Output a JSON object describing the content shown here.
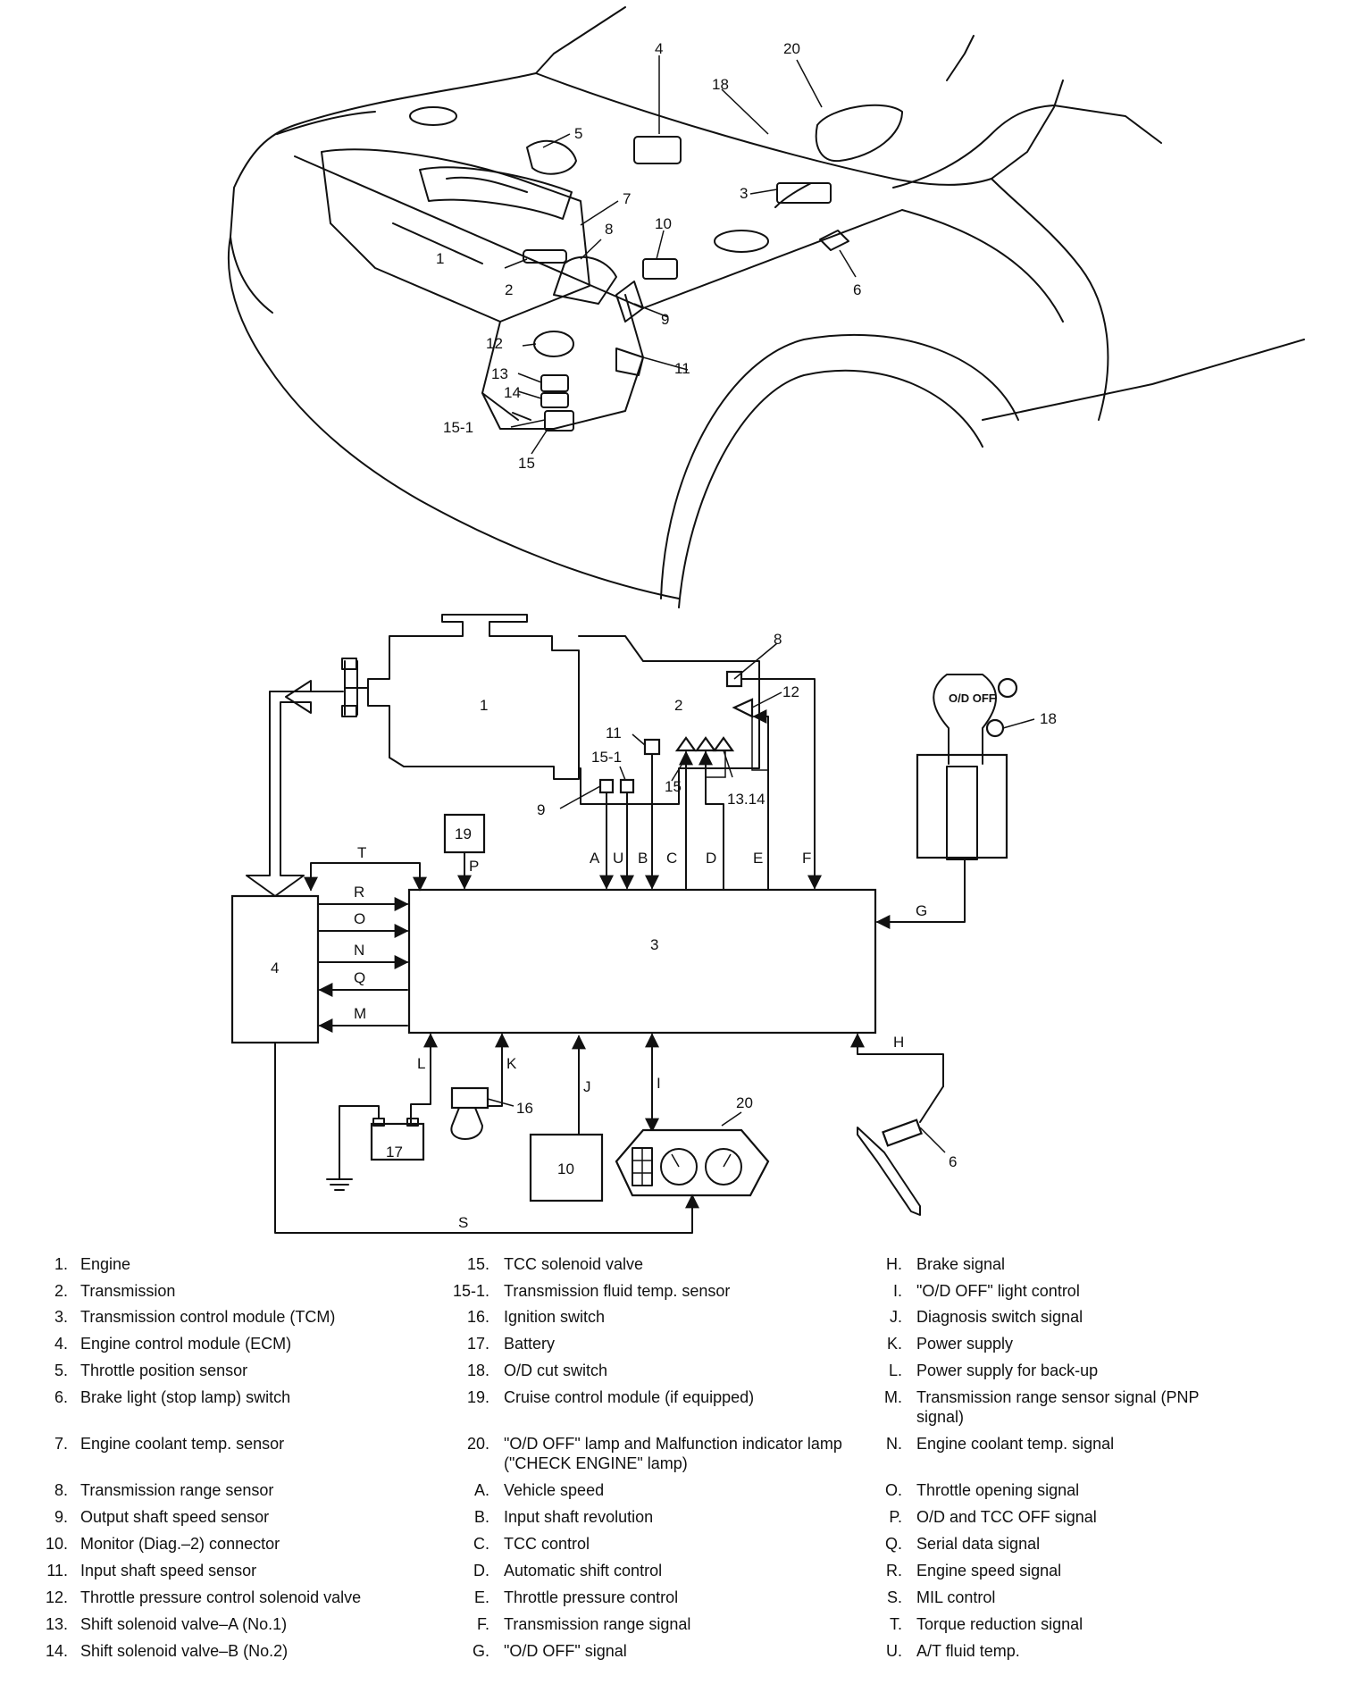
{
  "callouts": {
    "c1": "1",
    "c2": "2",
    "c3": "3",
    "c4": "4",
    "c5": "5",
    "c6": "6",
    "c7": "7",
    "c8": "8",
    "c9": "9",
    "c10": "10",
    "c11": "11",
    "c12": "12",
    "c13": "13",
    "c14": "14",
    "c15": "15",
    "c15_1": "15-1",
    "c16": "16",
    "c17": "17",
    "c18": "18",
    "c19": "19",
    "c20": "20",
    "c13_14": "13.14"
  },
  "signals": {
    "A": "A",
    "U": "U",
    "B": "B",
    "C": "C",
    "D": "D",
    "E": "E",
    "F": "F",
    "G": "G",
    "H": "H",
    "I": "I",
    "J": "J",
    "K": "K",
    "L": "L",
    "M": "M",
    "N": "N",
    "O": "O",
    "P": "P",
    "Q": "Q",
    "R": "R",
    "S": "S",
    "T": "T"
  },
  "od_off_knob_label": "O/D OFF",
  "legend": {
    "col1": [
      {
        "key": "1.",
        "text": "Engine"
      },
      {
        "key": "2.",
        "text": "Transmission"
      },
      {
        "key": "3.",
        "text": "Transmission control module (TCM)"
      },
      {
        "key": "4.",
        "text": "Engine control module (ECM)"
      },
      {
        "key": "5.",
        "text": "Throttle position sensor"
      },
      {
        "key": "6.",
        "text": "Brake light (stop lamp) switch"
      },
      {
        "key": "7.",
        "text": "Engine coolant temp. sensor"
      },
      {
        "key": "8.",
        "text": "Transmission range sensor"
      },
      {
        "key": "9.",
        "text": "Output shaft speed sensor"
      },
      {
        "key": "10.",
        "text": "Monitor (Diag.–2) connector"
      },
      {
        "key": "11.",
        "text": "Input shaft speed sensor"
      },
      {
        "key": "12.",
        "text": "Throttle pressure control solenoid valve"
      },
      {
        "key": "13.",
        "text": "Shift solenoid valve–A (No.1)"
      },
      {
        "key": "14.",
        "text": "Shift solenoid valve–B (No.2)"
      }
    ],
    "col2": [
      {
        "key": "15.",
        "text": "TCC solenoid valve"
      },
      {
        "key": "15-1.",
        "text": "Transmission fluid temp. sensor"
      },
      {
        "key": "16.",
        "text": "Ignition switch"
      },
      {
        "key": "17.",
        "text": "Battery"
      },
      {
        "key": "18.",
        "text": "O/D cut switch"
      },
      {
        "key": "19.",
        "text": "Cruise control module (if equipped)"
      },
      {
        "key": "20.",
        "text": "\"O/D OFF\" lamp and Malfunction indicator lamp (\"CHECK ENGINE\" lamp)"
      },
      {
        "key": "A.",
        "text": "Vehicle speed"
      },
      {
        "key": "B.",
        "text": "Input shaft revolution"
      },
      {
        "key": "C.",
        "text": "TCC control"
      },
      {
        "key": "D.",
        "text": "Automatic shift control"
      },
      {
        "key": "E.",
        "text": "Throttle pressure control"
      },
      {
        "key": "F.",
        "text": "Transmission range signal"
      },
      {
        "key": "G.",
        "text": "\"O/D OFF\" signal"
      }
    ],
    "col3": [
      {
        "key": "H.",
        "text": "Brake signal"
      },
      {
        "key": "I.",
        "text": "\"O/D OFF\" light control"
      },
      {
        "key": "J.",
        "text": "Diagnosis switch signal"
      },
      {
        "key": "K.",
        "text": "Power supply"
      },
      {
        "key": "L.",
        "text": "Power supply for back-up"
      },
      {
        "key": "M.",
        "text": "Transmission range sensor signal (PNP signal)"
      },
      {
        "key": "N.",
        "text": "Engine coolant temp. signal"
      },
      {
        "key": "O.",
        "text": "Throttle opening signal"
      },
      {
        "key": "P.",
        "text": "O/D and TCC OFF signal"
      },
      {
        "key": "Q.",
        "text": "Serial data signal"
      },
      {
        "key": "R.",
        "text": "Engine speed signal"
      },
      {
        "key": "S.",
        "text": "MIL control"
      },
      {
        "key": "T.",
        "text": "Torque reduction signal"
      },
      {
        "key": "U.",
        "text": "A/T fluid temp."
      }
    ]
  }
}
